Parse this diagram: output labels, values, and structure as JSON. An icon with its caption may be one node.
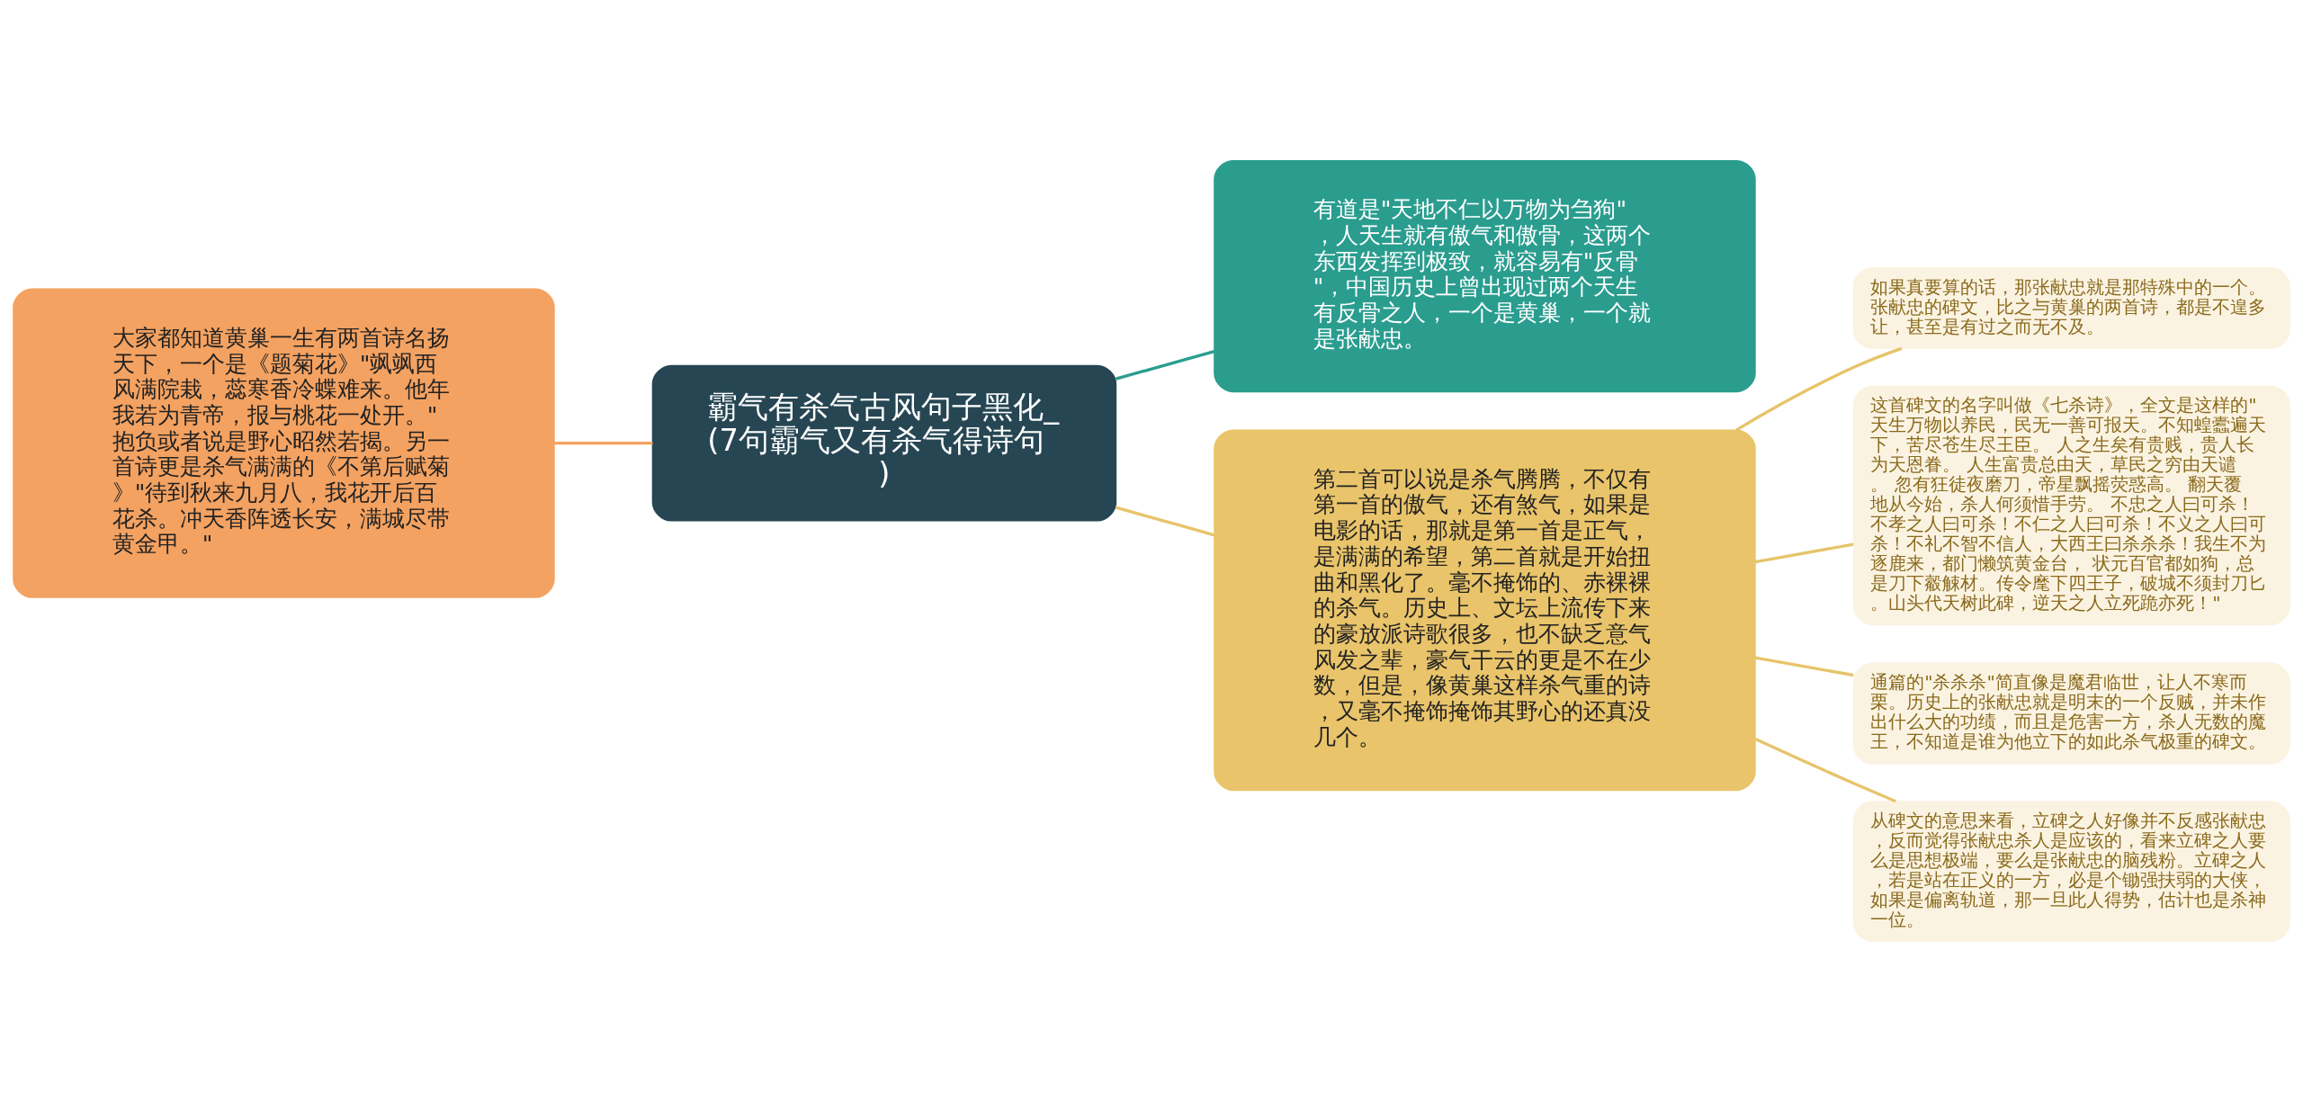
{
  "diagram": {
    "nodes": [
      {
        "text": [
          "霸气有杀气古风句子黑化_(7句霸气又有杀气得诗句)"
        ]
      },
      {
        "text": [
          "大家都知道黄巢一生有两首诗名扬天下，一个是《题菊花》\"飒飒西风满院栽，蕊寒香冷蝶难来。他年我若为青帝，报与桃花一处开。\"抱负或者说是野心昭然若揭。另一首诗更是杀气满满的《不第后赋菊》\"待到秋来九月八，我花开后百花杀。冲天香阵透长安，满城尽带黄金甲。\""
        ]
      },
      {
        "text": [
          "有道是\"天地不仁以万物为刍狗\"，人天生就有傲气和傲骨，这两个东西发挥到极致，就容易有\"反骨\"，中国历史上曾出现过两个天生有反骨之人，一个是黄巢，一个就是张献忠。"
        ]
      },
      {
        "text": [
          "第二首可以说是杀气腾腾，不仅有第一首的傲气，还有煞气，如果是电影的话，那就是第一首是正气，是满满的希望，第二首就是开始扭曲和黑化了。毫不掩饰的、赤裸裸的杀气。历史上、文坛上流传下来的豪放派诗歌很多，也不缺乏意气风发之辈，豪气干云的更是不在少数，但是，像黄巢这样杀气重的诗，又毫不掩饰掩饰其野心的还真没几个。"
        ]
      },
      {
        "text": [
          "如果真要算的话，那张献忠就是那特殊中的一个。张献忠的碑文，比之与黄巢的两首诗，都是不遑多让，甚至是有过之而无不及。"
        ]
      },
      {
        "text": [
          "这首碑文的名字叫做《七杀诗》，全文是这样的\"天生万物以养民，民无一善可报天。不知蝗蠹遍天下，苦尽苍生尽王臣。 人之生矣有贵贱，贵人长为天恩眷。 人生富贵总由天，草民之穷由天谴。 忽有狂徒夜磨刀，帝星飘摇荧惑高。 翻天覆地从今始，杀人何须惜手劳。 不忠之人曰可杀！不孝之人曰可杀！不仁之人曰可杀！不义之人曰可杀！不礼不智不信人，大西王曰杀杀杀！我生不为逐鹿来，都门懒筑黄金台， 状元百官都如狗，总是刀下觳觫材。传令麾下四王子，破城不须封刀匕。山头代天树此碑，逆天之人立死跪亦死！\""
        ]
      },
      {
        "text": [
          "通篇的\"杀杀杀\"简直像是魔君临世，让人不寒而栗。历史上的张献忠就是明末的一个反贼，并未作出什么大的功绩，而且是危害一方，杀人无数的魔王，不知道是谁为他立下的如此杀气极重的碑文。"
        ]
      },
      {
        "text": [
          "从碑文的意思来看，立碑之人好像并不反感张献忠，反而觉得张献忠杀人是应该的，看来立碑之人要么是思想极端，要么是张献忠的脑残粉。立碑之人，若是站在正义的一方，必是个锄强扶弱的大侠，如果是偏离轨道，那一旦此人得势，估计也是杀神一位。"
        ]
      }
    ],
    "edges": [
      {
        "from": 0,
        "to": 1,
        "arrow": "none",
        "color": "#f4a261"
      },
      {
        "from": 0,
        "to": 2,
        "arrow": "none",
        "color": "#2a9d8f"
      },
      {
        "from": 0,
        "to": 3,
        "arrow": "none"
      },
      {
        "from": 3,
        "to": 4,
        "arrow": "none"
      },
      {
        "from": 3,
        "to": 5,
        "arrow": "none"
      },
      {
        "from": 3,
        "to": 6,
        "arrow": "none"
      },
      {
        "from": 3,
        "to": 7,
        "arrow": "none"
      }
    ]
  }
}
